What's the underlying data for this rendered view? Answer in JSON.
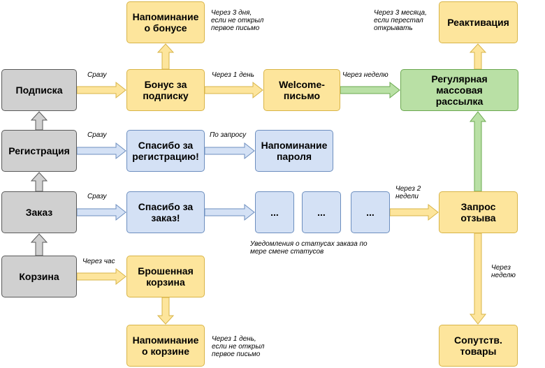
{
  "nodes": {
    "podpiska": "Подписка",
    "registratsiya": "Регистрация",
    "zakaz": "Заказ",
    "korzina": "Корзина",
    "bonus_reminder": "Напоминание\nо бонусе",
    "bonus": "Бонус за\nподписку",
    "welcome": "Welcome-\nписьмо",
    "thanks_registration": "Спасибо за\nрегистрацию!",
    "password_reminder": "Напоминание\nпароля",
    "thanks_order": "Спасибо за\nзаказ!",
    "dots_1": "...",
    "dots_2": "...",
    "dots_3": "...",
    "abandoned_cart": "Брошенная\nкорзина",
    "cart_reminder": "Напоминание\nо корзине",
    "reactivation": "Реактивация",
    "mass_mailing": "Регулярная\nмассовая\nрассылка",
    "review_request": "Запрос\nотзыва",
    "related_products": "Сопутств.\nтовары"
  },
  "labels": {
    "srazu_1": "Сразу",
    "srazu_2": "Сразу",
    "srazu_3": "Сразу",
    "cherez_chas": "Через час",
    "bonus_reminder_cond": "Через 3 дня,\nесли не открыл\nпервое письмо",
    "cherez_den": "Через 1 день",
    "cherez_nedelyu_1": "Через неделю",
    "po_zaprosu": "По запросу",
    "reactivation_cond": "Через 3 месяца,\nесли перестал\nоткрывать",
    "cherez_2_nedeli": "Через 2\nнедели",
    "status_notifications": "Уведомления о статусах заказа по\nмере смене статусов",
    "cart_reminder_cond": "Через 1 день,\nесли не открыл\nпервое письмо",
    "cherez_nedelyu_2": "Через\nнеделю"
  },
  "colors": {
    "grey_fill": "#d0d0d0",
    "grey_stroke": "#5a5a5a",
    "yellow_fill": "#fde59c",
    "yellow_stroke": "#d8b447",
    "blue_fill": "#d4e1f5",
    "blue_stroke": "#6c8ebf",
    "green_fill": "#b9e0a5",
    "green_stroke": "#6aa84f"
  }
}
